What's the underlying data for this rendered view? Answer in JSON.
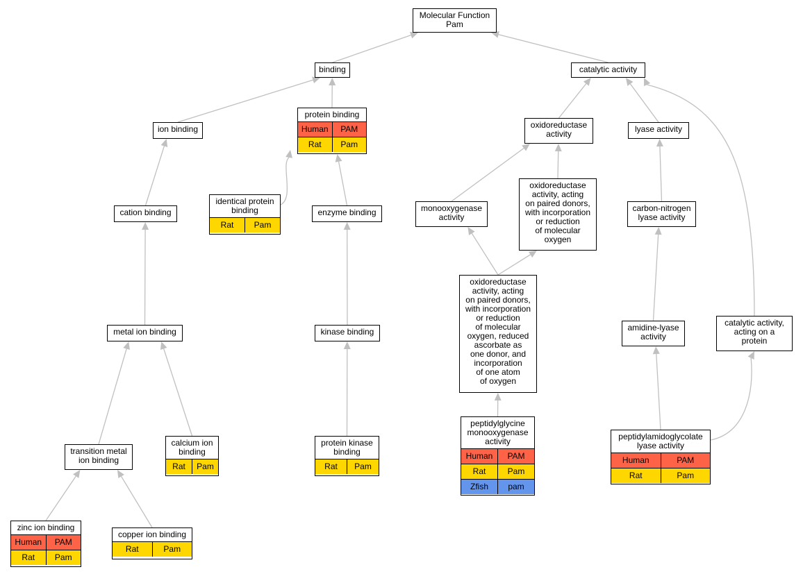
{
  "colors": {
    "human": "#ff6347",
    "rat": "#ffd700",
    "zfish": "#6495ed",
    "edge": "#c0c0c0"
  },
  "nodes": {
    "mf": {
      "label": "Molecular Function\nPam"
    },
    "binding": {
      "label": "binding"
    },
    "catalytic": {
      "label": "catalytic activity"
    },
    "protein_binding": {
      "label": "protein binding",
      "rows": [
        {
          "class": "human",
          "cells": [
            "Human",
            "PAM"
          ]
        },
        {
          "class": "rat",
          "cells": [
            "Rat",
            "Pam"
          ]
        }
      ]
    },
    "ion_binding": {
      "label": "ion binding"
    },
    "oxidoreductase": {
      "label": "oxidoreductase\nactivity"
    },
    "lyase": {
      "label": "lyase activity"
    },
    "cation_binding": {
      "label": "cation binding"
    },
    "identical_protein": {
      "label": "identical protein\nbinding",
      "rows": [
        {
          "class": "rat",
          "cells": [
            "Rat",
            "Pam"
          ]
        }
      ]
    },
    "enzyme_binding": {
      "label": "enzyme binding"
    },
    "monooxygenase": {
      "label": "monooxygenase\nactivity"
    },
    "oxido_paired": {
      "label": "oxidoreductase\nactivity, acting\non paired donors,\nwith incorporation\nor reduction\nof molecular\noxygen"
    },
    "cn_lyase": {
      "label": "carbon-nitrogen\nlyase activity"
    },
    "oxido_ascorbate": {
      "label": "oxidoreductase\nactivity, acting\non paired donors,\nwith incorporation\nor reduction\nof molecular\noxygen, reduced\nascorbate as\none donor, and\nincorporation\nof one atom\nof oxygen"
    },
    "metal_ion": {
      "label": "metal ion binding"
    },
    "kinase_binding": {
      "label": "kinase binding"
    },
    "amidine_lyase": {
      "label": "amidine-lyase\nactivity"
    },
    "catalytic_protein": {
      "label": "catalytic activity,\nacting on a\nprotein"
    },
    "transition_metal": {
      "label": "transition metal\nion binding"
    },
    "calcium_ion": {
      "label": "calcium ion\nbinding",
      "rows": [
        {
          "class": "rat",
          "cells": [
            "Rat",
            "Pam"
          ]
        }
      ]
    },
    "protein_kinase": {
      "label": "protein kinase\nbinding",
      "rows": [
        {
          "class": "rat",
          "cells": [
            "Rat",
            "Pam"
          ]
        }
      ]
    },
    "pgm": {
      "label": "peptidylglycine\nmonooxygenase\nactivity",
      "rows": [
        {
          "class": "human",
          "cells": [
            "Human",
            "PAM"
          ]
        },
        {
          "class": "rat",
          "cells": [
            "Rat",
            "Pam"
          ]
        },
        {
          "class": "zfish",
          "cells": [
            "Zfish",
            "pam"
          ]
        }
      ]
    },
    "pal": {
      "label": "peptidylamidoglycolate\nlyase activity",
      "rows": [
        {
          "class": "human",
          "cells": [
            "Human",
            "PAM"
          ]
        },
        {
          "class": "rat",
          "cells": [
            "Rat",
            "Pam"
          ]
        }
      ]
    },
    "zinc_ion": {
      "label": "zinc ion binding",
      "rows": [
        {
          "class": "human",
          "cells": [
            "Human",
            "PAM"
          ]
        },
        {
          "class": "rat",
          "cells": [
            "Rat",
            "Pam"
          ]
        }
      ]
    },
    "copper_ion": {
      "label": "copper ion binding",
      "rows": [
        {
          "class": "rat",
          "cells": [
            "Rat",
            "Pam"
          ]
        }
      ]
    }
  },
  "edges": [
    [
      "binding",
      "mf"
    ],
    [
      "catalytic",
      "mf"
    ],
    [
      "ion_binding",
      "binding"
    ],
    [
      "protein_binding",
      "binding"
    ],
    [
      "oxidoreductase",
      "catalytic"
    ],
    [
      "lyase",
      "catalytic"
    ],
    [
      "catalytic_protein",
      "catalytic"
    ],
    [
      "cation_binding",
      "ion_binding"
    ],
    [
      "identical_protein",
      "protein_binding"
    ],
    [
      "enzyme_binding",
      "protein_binding"
    ],
    [
      "monooxygenase",
      "oxidoreductase"
    ],
    [
      "oxido_paired",
      "oxidoreductase"
    ],
    [
      "cn_lyase",
      "lyase"
    ],
    [
      "metal_ion",
      "cation_binding"
    ],
    [
      "kinase_binding",
      "enzyme_binding"
    ],
    [
      "oxido_ascorbate",
      "monooxygenase"
    ],
    [
      "oxido_ascorbate",
      "oxido_paired"
    ],
    [
      "amidine_lyase",
      "cn_lyase"
    ],
    [
      "transition_metal",
      "metal_ion"
    ],
    [
      "calcium_ion",
      "metal_ion"
    ],
    [
      "protein_kinase",
      "kinase_binding"
    ],
    [
      "pgm",
      "oxido_ascorbate"
    ],
    [
      "pal",
      "amidine_lyase"
    ],
    [
      "pal",
      "catalytic_protein"
    ],
    [
      "zinc_ion",
      "transition_metal"
    ],
    [
      "copper_ion",
      "transition_metal"
    ]
  ]
}
